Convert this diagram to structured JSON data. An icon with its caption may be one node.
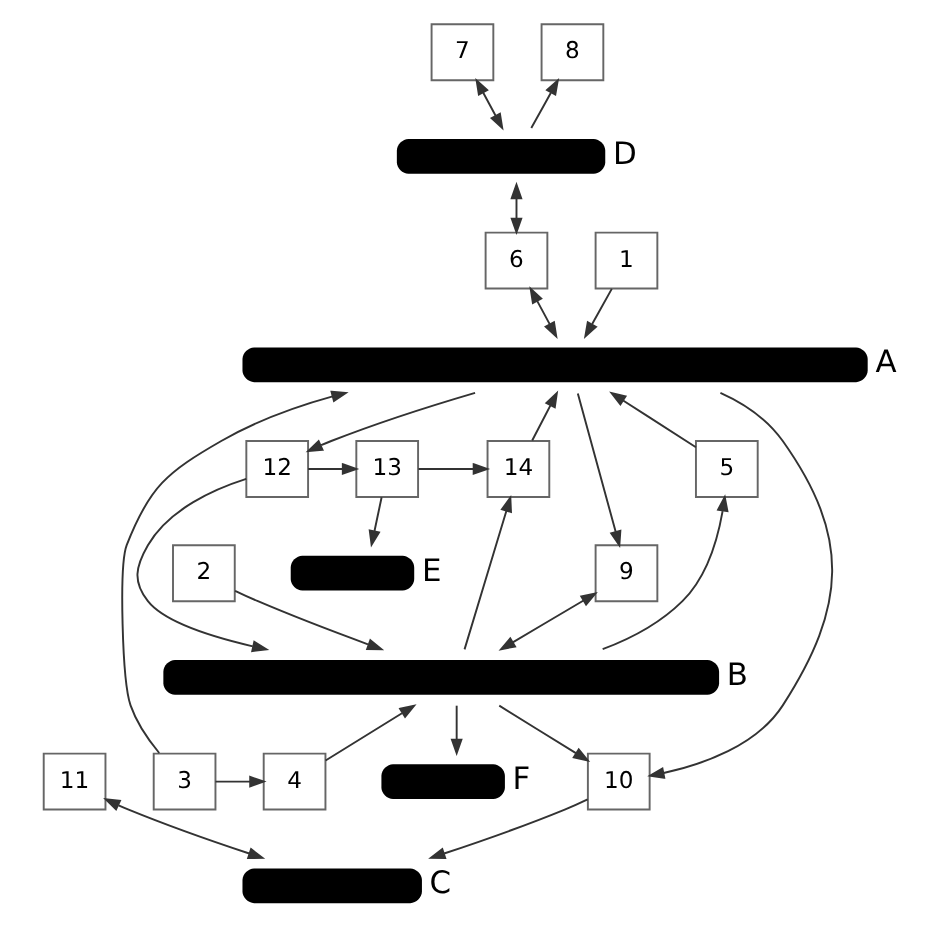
{
  "diagram": {
    "nodes": [
      {
        "text": [
          "7"
        ]
      },
      {
        "text": [
          "8"
        ]
      },
      {
        "text": [],
        "shape": "bar",
        "beside": [
          "D"
        ]
      },
      {
        "text": [
          "1"
        ]
      },
      {
        "text": [
          "6"
        ]
      },
      {
        "text": [],
        "shape": "bar",
        "beside": [
          "A"
        ]
      },
      {
        "text": [
          "5"
        ]
      },
      {
        "text": [
          "12"
        ]
      },
      {
        "text": [
          "13"
        ]
      },
      {
        "text": [
          "14"
        ]
      },
      {
        "text": [],
        "shape": "bar",
        "beside": [
          "E"
        ]
      },
      {
        "text": [
          "2"
        ]
      },
      {
        "text": [
          "9"
        ]
      },
      {
        "text": [],
        "shape": "bar",
        "beside": [
          "B"
        ]
      },
      {
        "text": [],
        "shape": "bar",
        "beside": [
          "F"
        ]
      },
      {
        "text": [
          "3"
        ]
      },
      {
        "text": [
          "4"
        ]
      },
      {
        "text": [
          "10"
        ]
      },
      {
        "text": [
          "11"
        ]
      },
      {
        "text": [],
        "shape": "bar",
        "beside": [
          "C"
        ]
      }
    ],
    "edges": [
      {
        "from": 0,
        "to": 2,
        "arrow": "both"
      },
      {
        "from": 2,
        "to": 1,
        "arrow": "to"
      },
      {
        "from": 2,
        "to": 4,
        "arrow": "both"
      },
      {
        "from": 4,
        "to": 5,
        "arrow": "both"
      },
      {
        "from": 3,
        "to": 5,
        "arrow": "to"
      },
      {
        "from": 5,
        "to": 7,
        "arrow": "to"
      },
      {
        "from": 5,
        "to": 12,
        "arrow": "to"
      },
      {
        "from": 6,
        "to": 5,
        "arrow": "to"
      },
      {
        "from": 9,
        "to": 5,
        "arrow": "to"
      },
      {
        "from": 7,
        "to": 8,
        "arrow": "to"
      },
      {
        "from": 8,
        "to": 9,
        "arrow": "to"
      },
      {
        "from": 8,
        "to": 10,
        "arrow": "to"
      },
      {
        "from": 12,
        "to": 13,
        "arrow": "both"
      },
      {
        "from": 11,
        "to": 13,
        "arrow": "to"
      },
      {
        "from": 7,
        "to": 13,
        "arrow": "to"
      },
      {
        "from": 13,
        "to": 14,
        "arrow": "to"
      },
      {
        "from": 13,
        "to": 6,
        "arrow": "to"
      },
      {
        "from": 16,
        "to": 13,
        "arrow": "to"
      },
      {
        "from": 13,
        "to": 9,
        "arrow": "to"
      },
      {
        "from": 13,
        "to": 17,
        "arrow": "to"
      },
      {
        "from": 15,
        "to": 5,
        "arrow": "to"
      },
      {
        "from": 15,
        "to": 16,
        "arrow": "to"
      },
      {
        "from": 5,
        "to": 17,
        "arrow": "to"
      },
      {
        "from": 17,
        "to": 19,
        "arrow": "to"
      },
      {
        "from": 18,
        "to": 19,
        "arrow": "both"
      }
    ]
  }
}
